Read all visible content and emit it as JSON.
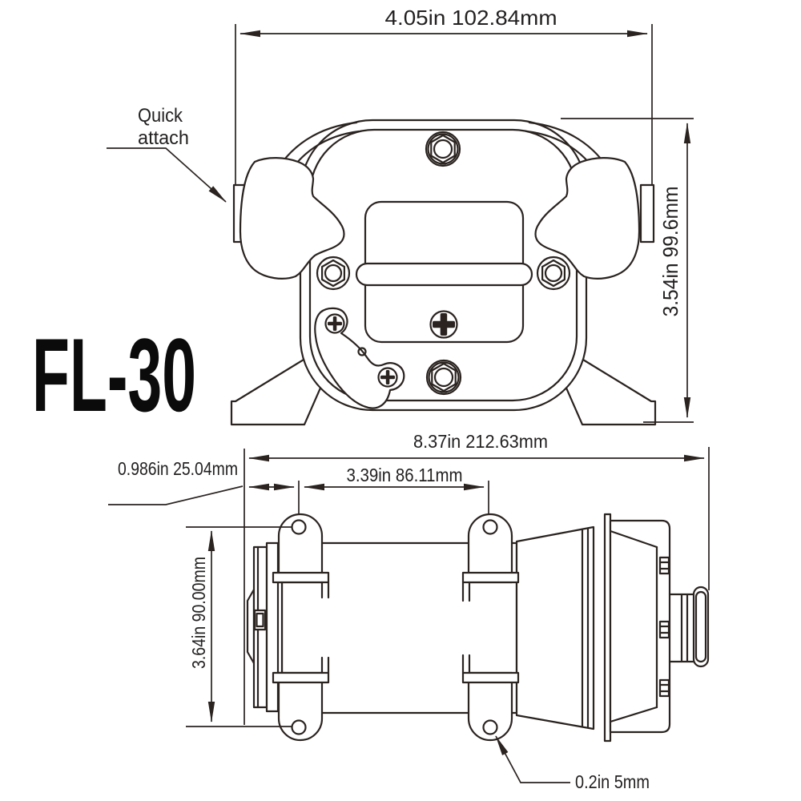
{
  "model_label": "FL-30",
  "front_view": {
    "width_dim": "4.05in 102.84mm",
    "height_dim": "3.54in 99.6mm",
    "quick_attach_label": [
      "Quick",
      "attach"
    ]
  },
  "side_view": {
    "length_dim": "8.37in 212.63mm",
    "hole_offset_dim": "0.986in 25.04mm",
    "hole_spacing_dim": "3.39in 86.11mm",
    "height_dim": "3.64in 90.00mm",
    "hole_diameter_dim": "0.2in 5mm"
  },
  "colors": {
    "line": "#2a2320",
    "text": "#232020",
    "background": "#ffffff"
  }
}
